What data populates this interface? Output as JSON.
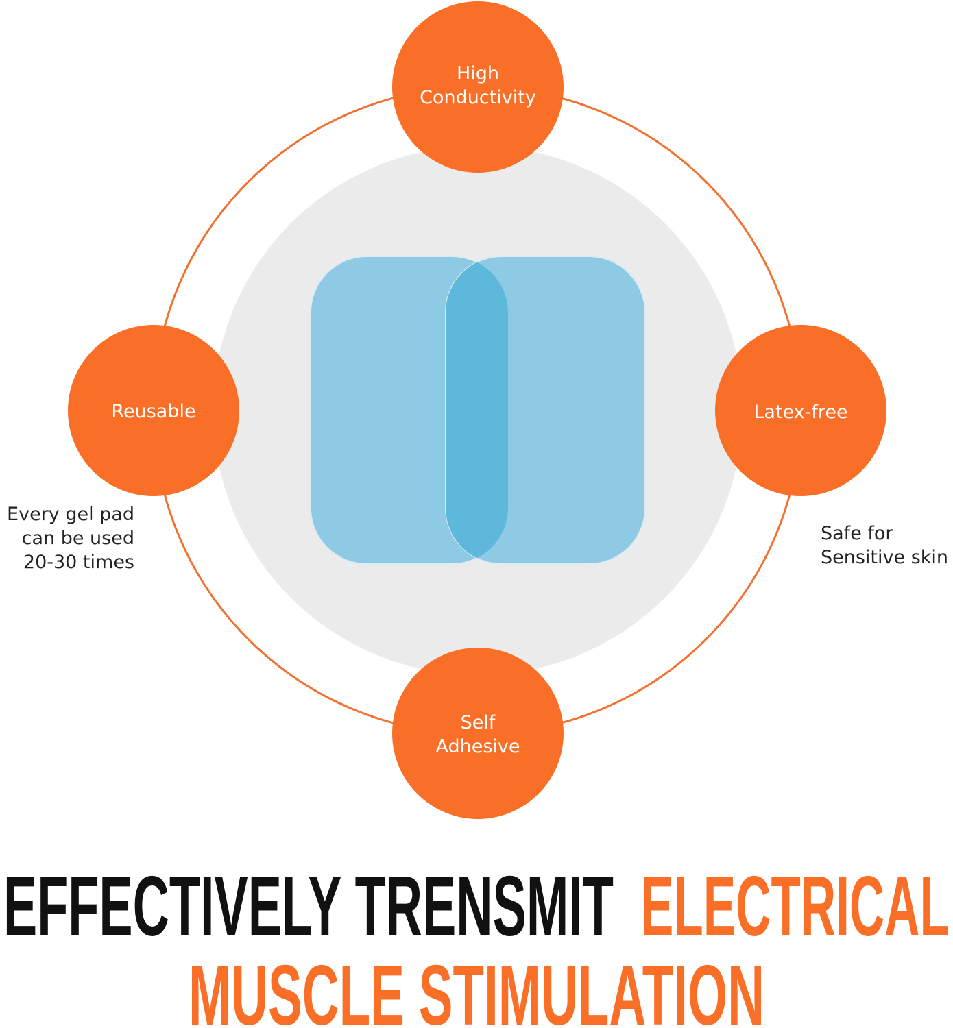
{
  "colors": {
    "orange": "#f96f27",
    "ring": "#f07130",
    "disk": "#ebebeb",
    "pad": "#8ecae3",
    "pad_overlap": "#5db8dc",
    "black": "#111111"
  },
  "features": {
    "top": [
      "High",
      "Conductivity"
    ],
    "left": [
      "Reusable"
    ],
    "right": [
      "Latex-free"
    ],
    "bottom": [
      "Self",
      "Adhesive"
    ]
  },
  "notes": {
    "left": [
      "Every gel pad",
      "can be used",
      "20-30 times"
    ],
    "right": [
      "Safe for",
      "Sensitive skin"
    ]
  },
  "headline": {
    "line1_black": "EFFECTIVELY TRENSMIT",
    "line1_orange": "ELECTRICAL",
    "line2_orange": "MUSCLE STIMULATION"
  }
}
